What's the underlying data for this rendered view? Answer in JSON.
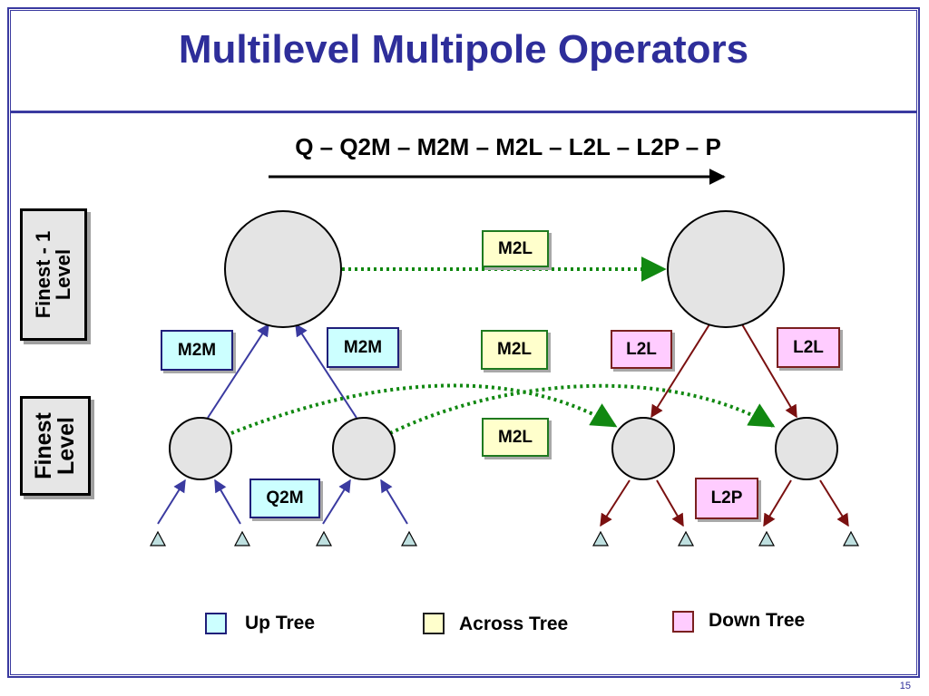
{
  "slide": {
    "title": "Multilevel Multipole Operators",
    "sequence": "Q – Q2M – M2M – M2L – L2L – L2P – P",
    "page_number": "15"
  },
  "levels": {
    "coarse": "Finest - 1\nLevel",
    "fine": "Finest\nLevel"
  },
  "operators": {
    "m2l_top": "M2L",
    "m2l_middle": "M2L",
    "m2l_bottom": "M2L",
    "m2m_left": "M2M",
    "m2m_right": "M2M",
    "q2m": "Q2M",
    "l2l_left": "L2L",
    "l2l_right": "L2L",
    "l2p": "L2P"
  },
  "legend": {
    "up_tree": "Up Tree",
    "across_tree": "Across Tree",
    "down_tree": "Down Tree"
  },
  "colors": {
    "title": "#2e2e9a",
    "frame": "#3a3aa0",
    "up_arrow": "#3a3aa0",
    "down_arrow": "#7a1010",
    "across_arrow": "#118811",
    "node_fill": "#e4e4e4",
    "up_fill": "#ccffff",
    "across_fill": "#ffffcc",
    "down_fill": "#ffccff",
    "particle_fill": "#bfe0e0"
  }
}
